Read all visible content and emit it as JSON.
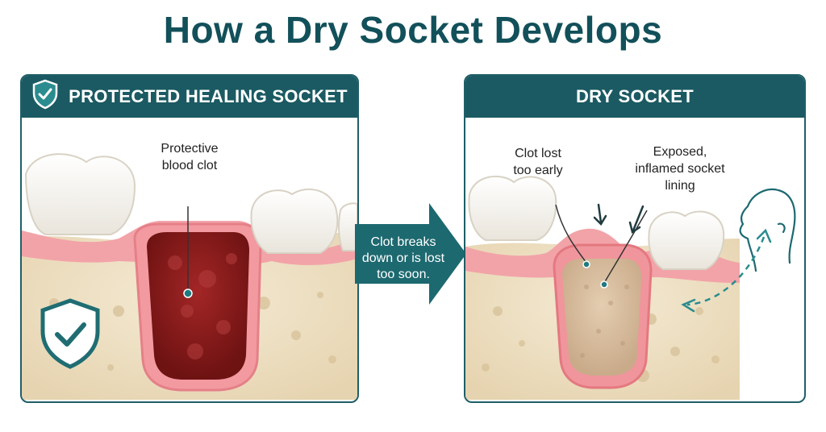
{
  "title": "How a Dry Socket Develops",
  "left_panel": {
    "header": "PROTECTED HEALING SOCKET",
    "header_icon": "shield-check-icon",
    "label_clot": "Protective\nblood clot",
    "badge_icon": "shield-check-icon"
  },
  "middle_arrow": {
    "text": "Clot breaks\ndown or is lost\ntoo soon."
  },
  "right_panel": {
    "header": "DRY SOCKET",
    "label_clot_lost": "Clot lost\ntoo early",
    "label_exposed": "Exposed,\ninflamed socket\nlining",
    "head_icon": "head-profile-icon"
  },
  "colors": {
    "title": "#12505a",
    "header_bg": "#1b5a62",
    "arrow": "#1d6970",
    "gum": "#f2a3a8",
    "bone": "#efe2c8",
    "clot": "#8e1c1c"
  }
}
